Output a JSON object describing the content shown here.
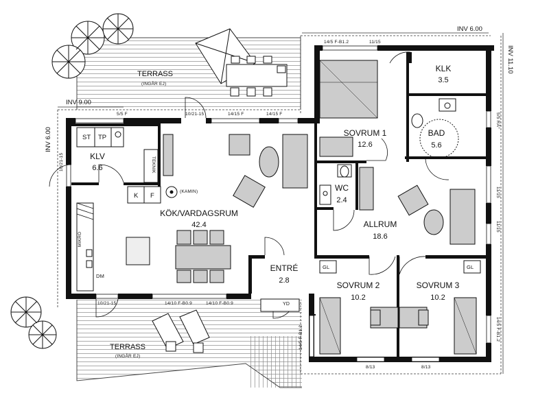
{
  "rooms": {
    "klv": {
      "name": "KLV",
      "area": "6.6"
    },
    "kok": {
      "name": "KÖK/VARDAGSRUM",
      "area": "42.4"
    },
    "entre": {
      "name": "ENTRÉ",
      "area": "2.8"
    },
    "sovrum1": {
      "name": "SOVRUM 1",
      "area": "12.6"
    },
    "klk": {
      "name": "KLK",
      "area": "3.5"
    },
    "bad": {
      "name": "BAD",
      "area": "5.6"
    },
    "wc": {
      "name": "WC",
      "area": "2.4"
    },
    "allrum": {
      "name": "ALLRUM",
      "area": "18.6"
    },
    "sovrum2": {
      "name": "SOVRUM 2",
      "area": "10.2"
    },
    "sovrum3": {
      "name": "SOVRUM 3",
      "area": "10.2"
    }
  },
  "terraces": {
    "top": {
      "name": "TERRASS",
      "note": "(INGÅR EJ)"
    },
    "bottom": {
      "name": "TERRASS",
      "note": "(INGÅR EJ)"
    }
  },
  "fixtures": {
    "st": "ST",
    "tp": "TP",
    "k": "K",
    "f": "F",
    "teknik": "TEKNIK",
    "kamin": "(KAMIN)",
    "mikro": "MIKRO",
    "dm": "DM",
    "gl1": "GL",
    "gl2": "GL",
    "yd": "YD"
  },
  "dimensions": {
    "inv_top_right": "INV 6.00",
    "inv_right": "INV 11.10",
    "inv_top_left": "INV 9.00",
    "inv_left": "INV 6.00",
    "w_top_1": "14/5 F-B1.2",
    "w_top_2": "11/15",
    "w_left_1": "5/5 F",
    "w_left_2": "10/21-15",
    "w_left_3": "14/15 F",
    "w_left_4": "14/15 F",
    "w_left_side": "10/21-15",
    "w_bottom_1": "10/21-15",
    "w_bottom_2": "14/10 F-B0.9",
    "w_bottom_3": "14/10 F-B0.9",
    "w_right_1": "5/5 RÅ°",
    "w_right_2": "11/15",
    "w_right_3": "11/15",
    "w_right_4": "14/5 F-B1.2",
    "w_bl_side": "14/5 F-B1.2",
    "w_bottom_4": "8/13",
    "w_bottom_5": "8/13"
  }
}
